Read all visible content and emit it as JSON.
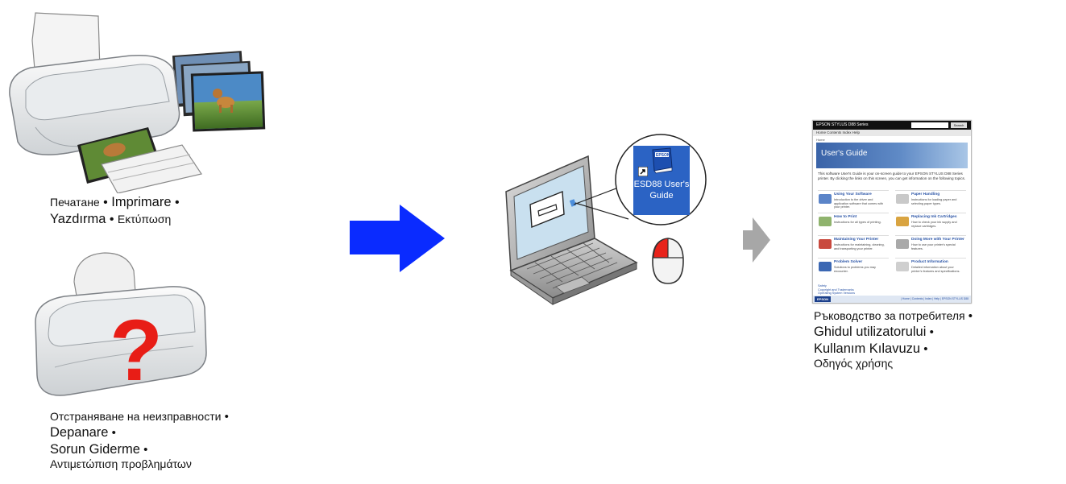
{
  "print_caption": {
    "line1_a": "Печатане",
    "line1_b": "Imprimare",
    "line2_a": "Yazdırma",
    "line2_b": "Εκτύπωση"
  },
  "trouble_caption": {
    "line1": "Отстраняване на неизправности",
    "line2": "Depanare",
    "line3": "Sorun Giderme",
    "line4": "Αντιμετώπιση προβλημάτων"
  },
  "icon_popup": {
    "brand": "EPSON",
    "label_line1": "ESD88 User's",
    "label_line2": "Guide"
  },
  "guide_caption": {
    "line1": "Ръководство за потребителя",
    "line2": "Ghidul utilizatorului",
    "line3": "Kullanım Kılavuzu",
    "line4": "Οδηγός χρήσης"
  },
  "guide_page": {
    "topbar": "EPSON STYLUS D88 Series",
    "search_button": "Search",
    "nav": "Home  Contents  Index  Help",
    "home": "Home",
    "banner": "User's Guide",
    "intro": "This software User's Guide is your on-screen guide to your EPSON STYLUS D88 Series printer. By clicking the links on this screen, you can get information on the following topics.",
    "items": [
      {
        "title": "Using Your Software",
        "desc": "Introduction to the driver and application software that comes with your printer."
      },
      {
        "title": "Paper Handling",
        "desc": "Instructions for loading paper and selecting paper types."
      },
      {
        "title": "How to Print",
        "desc": "Instructions for all types of printing."
      },
      {
        "title": "Replacing Ink Cartridges",
        "desc": "How to check your ink supply and replace cartridges."
      },
      {
        "title": "Maintaining Your Printer",
        "desc": "Instructions for maintaining, cleaning, and transporting your printer."
      },
      {
        "title": "Doing More with Your Printer",
        "desc": "How to use your printer's special features."
      },
      {
        "title": "Problem Solver",
        "desc": "Solutions to problems you may encounter."
      },
      {
        "title": "Product Information",
        "desc": "Detailed information about your printer's features and specifications."
      }
    ],
    "links": [
      "Safety",
      "Copyright and Trademarks",
      "Operating System Versions"
    ],
    "footer_logo": "EPSON",
    "footer_links": "| Home | Contents | Index | Help | EPSON STYLUS D88"
  },
  "colors": {
    "arrow_blue": "#0a2bff",
    "arrow_gray": "#a7a7a7",
    "question_red": "#e81d16",
    "book_blue": "#2b5bb8"
  },
  "icons": [
    "printer-photo-icon",
    "printer-question-icon",
    "laptop-icon",
    "mouse-icon",
    "user-guide-book-icon"
  ]
}
